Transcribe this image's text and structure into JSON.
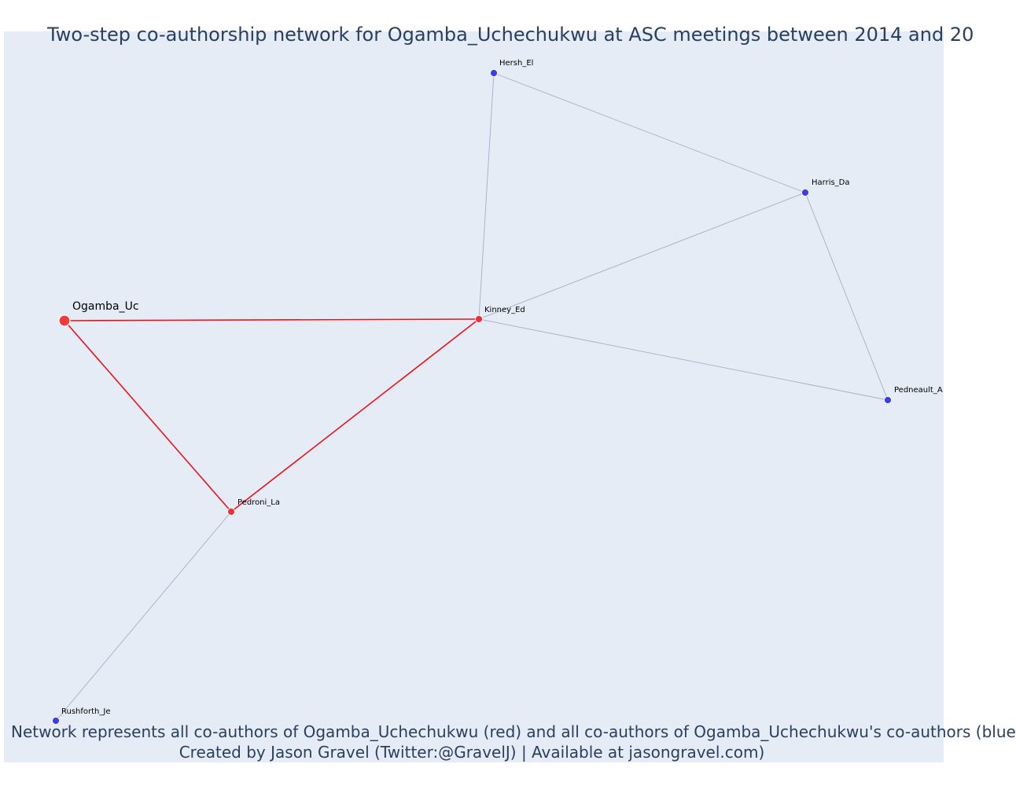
{
  "title": "Two-step co-authorship network for Ogamba_Uchechukwu at ASC meetings between 2014 and 20",
  "caption": {
    "line1": "Network represents all co-authors of Ogamba_Uchechukwu (red) and all co-authors of Ogamba_Uchechukwu's co-authors (blue",
    "line2": "Created by Jason Gravel (Twitter:@GravelJ) | Available at jasongravel.com)"
  },
  "colors": {
    "plot_background": "#e5ecf6",
    "focal_node": "#ef3b3b",
    "first_degree_node": "#e8303a",
    "second_degree_node": "#3a3ee6",
    "focal_edge": "#e8141a",
    "other_edge": "#a9adc2",
    "text": "#2a3f5f"
  },
  "chart_data": {
    "type": "network",
    "nodes": [
      {
        "id": "Ogamba_Uc",
        "label": "Ogamba_Uc",
        "group": "focal"
      },
      {
        "id": "Kinney_Ed",
        "label": "Kinney_Ed",
        "group": "co-author"
      },
      {
        "id": "Pedroni_La",
        "label": "Pedroni_La",
        "group": "co-author"
      },
      {
        "id": "Hersh_El",
        "label": "Hersh_El",
        "group": "second-degree"
      },
      {
        "id": "Harris_Da",
        "label": "Harris_Da",
        "group": "second-degree"
      },
      {
        "id": "Pedneault_A",
        "label": "Pedneault_A",
        "group": "second-degree"
      },
      {
        "id": "Rushforth_Je",
        "label": "Rushforth_Je",
        "group": "second-degree"
      }
    ],
    "edges": [
      {
        "source": "Ogamba_Uc",
        "target": "Kinney_Ed",
        "type": "focal"
      },
      {
        "source": "Ogamba_Uc",
        "target": "Pedroni_La",
        "type": "focal"
      },
      {
        "source": "Pedroni_La",
        "target": "Kinney_Ed",
        "type": "focal"
      },
      {
        "source": "Kinney_Ed",
        "target": "Hersh_El",
        "type": "other"
      },
      {
        "source": "Kinney_Ed",
        "target": "Harris_Da",
        "type": "other"
      },
      {
        "source": "Kinney_Ed",
        "target": "Pedneault_A",
        "type": "other"
      },
      {
        "source": "Hersh_El",
        "target": "Harris_Da",
        "type": "other"
      },
      {
        "source": "Harris_Da",
        "target": "Pedneault_A",
        "type": "other"
      },
      {
        "source": "Pedroni_La",
        "target": "Rushforth_Je",
        "type": "other"
      }
    ]
  }
}
